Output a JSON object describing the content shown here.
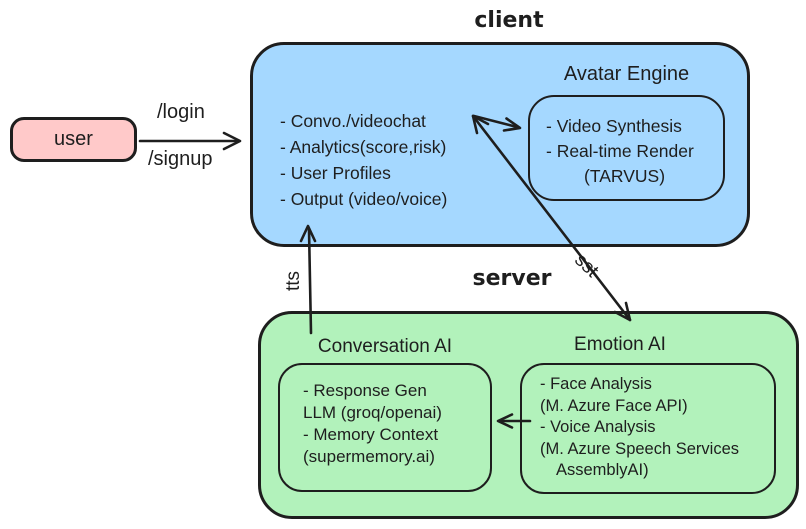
{
  "diagram": {
    "user": {
      "label": "user"
    },
    "client": {
      "title": "client",
      "features": [
        "- Convo./videochat",
        "- Analytics(score,risk)",
        "- User Profiles",
        "- Output (video/voice)"
      ],
      "avatar_engine": {
        "title": "Avatar Engine",
        "lines": [
          "- Video Synthesis",
          "- Real-time Render",
          "(TARVUS)"
        ]
      }
    },
    "server": {
      "title": "server",
      "conversation_ai": {
        "title": "Conversation AI",
        "lines": [
          "- Response Gen",
          "LLM (groq/openai)",
          "- Memory Context",
          "(supermemory.ai)"
        ]
      },
      "emotion_ai": {
        "title": "Emotion AI",
        "lines": [
          "- Face Analysis",
          "(M. Azure Face API)",
          "- Voice Analysis",
          "(M. Azure Speech Services",
          "AssemblyAI)"
        ]
      }
    },
    "edges": {
      "login_label": "/login",
      "signup_label": "/signup",
      "tts_label": "tts",
      "sst_label": "sst"
    },
    "colors": {
      "user_fill": "#ffc9c9",
      "client_fill": "#a5d8ff",
      "server_fill": "#b2f2bb",
      "stroke": "#1e1e1e"
    }
  }
}
